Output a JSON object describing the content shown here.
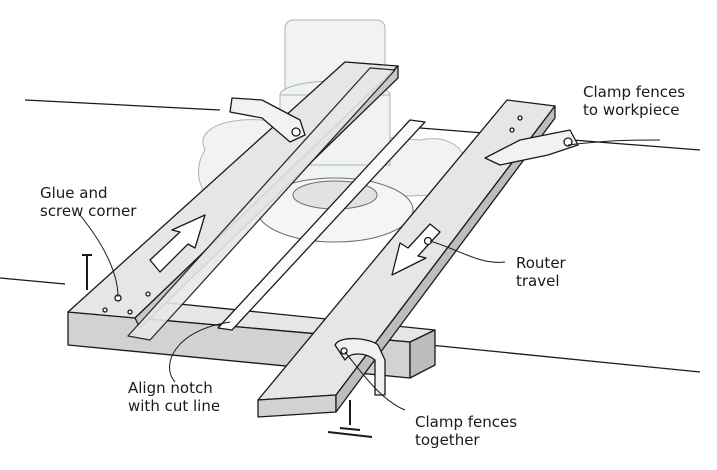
{
  "labels": {
    "clamp_workpiece": [
      "Clamp fences",
      "to workpiece"
    ],
    "glue_screw": [
      "Glue and",
      "screw corner"
    ],
    "router_travel": [
      "Router",
      "travel"
    ],
    "align_notch": [
      "Align notch",
      "with cut line"
    ],
    "clamp_together": [
      "Clamp fences",
      "together"
    ]
  },
  "colors": {
    "wood": "#e6e6e6",
    "wood_side": "#c8c8c8",
    "line": "#1a1a1a",
    "ghost": "#eef0f2"
  }
}
